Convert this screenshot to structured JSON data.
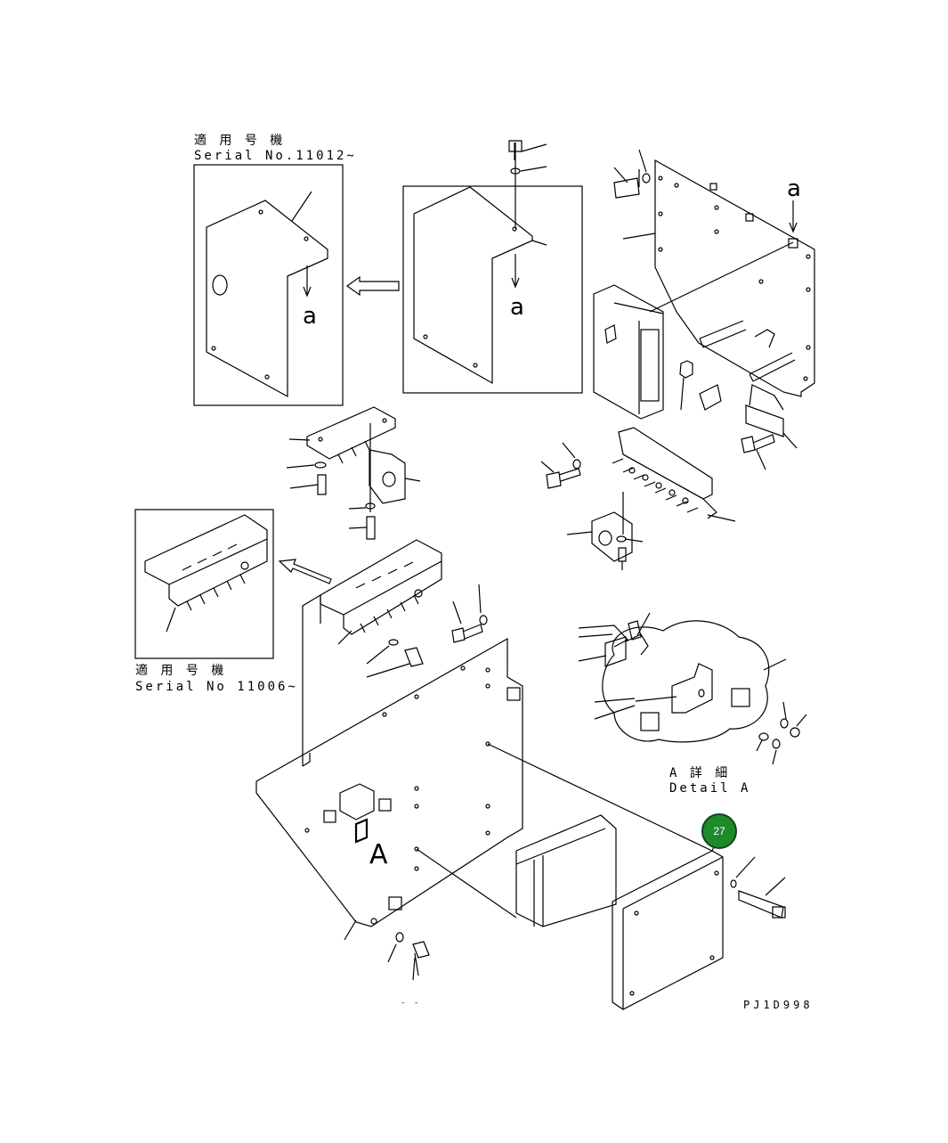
{
  "labels": {
    "top_inset_jp": "適 用 号 機",
    "top_inset_serial": "Serial No.11012~",
    "left_inset_jp": "適 用 号 機",
    "left_inset_serial": "Serial No 11006~",
    "view_a_1": "a",
    "view_a_2": "a",
    "view_a_3": "a",
    "arrow_A": "A",
    "detail_jp": "A 詳 細",
    "detail_en": "Detail A",
    "drawing_code": "PJ1D998",
    "footer_mark": "- -"
  },
  "badge": {
    "number": "27",
    "color": "#1f8a2b"
  }
}
